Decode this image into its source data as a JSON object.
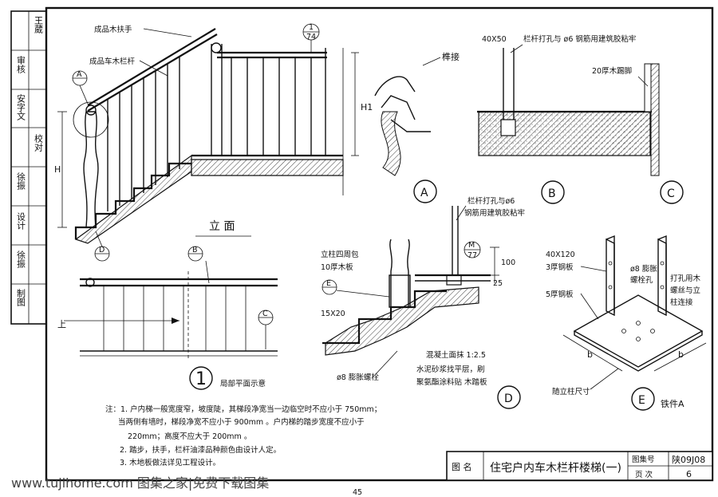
{
  "left_column": {
    "signatures": [
      {
        "role": "",
        "name": "王葳"
      },
      {
        "role": "审核",
        "name": ""
      },
      {
        "role": "",
        "name": "安字文"
      },
      {
        "role": "校对",
        "name": ""
      },
      {
        "role": "",
        "name": "徐振"
      },
      {
        "role": "设计",
        "name": ""
      },
      {
        "role": "",
        "name": "徐振"
      },
      {
        "role": "制图",
        "name": ""
      }
    ]
  },
  "elevation": {
    "labels": {
      "handrail": "成品木扶手",
      "baluster": "成品车木栏杆",
      "dim_h": "H",
      "dim_h1": "H1"
    },
    "callouts": {
      "a": "A",
      "d": "D",
      "ref_top": "1",
      "ref_bottom": "74"
    },
    "view_title": "立 面"
  },
  "plan": {
    "up_label": "上",
    "callout_b": "B",
    "callout_c": "C",
    "index_number": "1",
    "title": "局部平面示意"
  },
  "detail_a": {
    "label": "榫接",
    "name": "A"
  },
  "detail_b": {
    "dim": "40X50",
    "note": "栏杆打孔与 ø6 钢筋用建筑胶粘牢",
    "board": "20厚木踢脚",
    "name": "B"
  },
  "detail_c": {
    "name": "C"
  },
  "detail_d": {
    "note1": "栏杆打孔与ø6",
    "note2": "钢筋用建筑胶粘牢",
    "wrap1": "立柱四周包",
    "wrap2": "10厚木板",
    "callout_e": "E",
    "callout_m_top": "M",
    "callout_m_bottom": "77",
    "dim_15x20": "15X20",
    "dim_100": "100",
    "dim_25": "25",
    "concrete": "混凝土面抹 1:2.5",
    "mortar1": "水泥砂浆找平层，刷",
    "mortar2": "聚氨酯涂料贴 木踏板",
    "bolt": "ø8 膨胀螺栓",
    "name": "D"
  },
  "detail_e": {
    "dim": "40X120",
    "plate3": "3厚钢板",
    "plate5": "5厚钢板",
    "bolt_hole1": "ø8 膨胀",
    "bolt_hole2": "螺栓孔",
    "screw1": "打孔用木",
    "screw2": "螺丝与立",
    "screw3": "柱连接",
    "dim_b1": "b",
    "dim_b2": "b",
    "size_note": "随立柱尺寸",
    "name": "E",
    "part": "铁件A"
  },
  "notes": {
    "n1a": "注：1. 户内梯一般宽度窄，坡度陡，其梯段净宽当一边临空时不应小于 750mm；",
    "n1b": "当两侧有墙时，梯段净宽不应小于  900mm 。户内梯的踏步宽度不应小于",
    "n1c": "220mm；高度不应大于  200mm 。",
    "n2": "2. 踏步，扶手，栏杆油漆品种颜色由设计人定。",
    "n3": "3. 木地板做法详见工程设计。"
  },
  "title_block": {
    "label_name": "图 名",
    "title": "住宅户内车木栏杆楼梯(一)",
    "label_set": "图集号",
    "set_no": "陕09J08",
    "label_page": "页 次",
    "page_no": "6"
  },
  "watermark": "www.tujihome.com 图集之家|免费下载图集",
  "page_number": "45"
}
